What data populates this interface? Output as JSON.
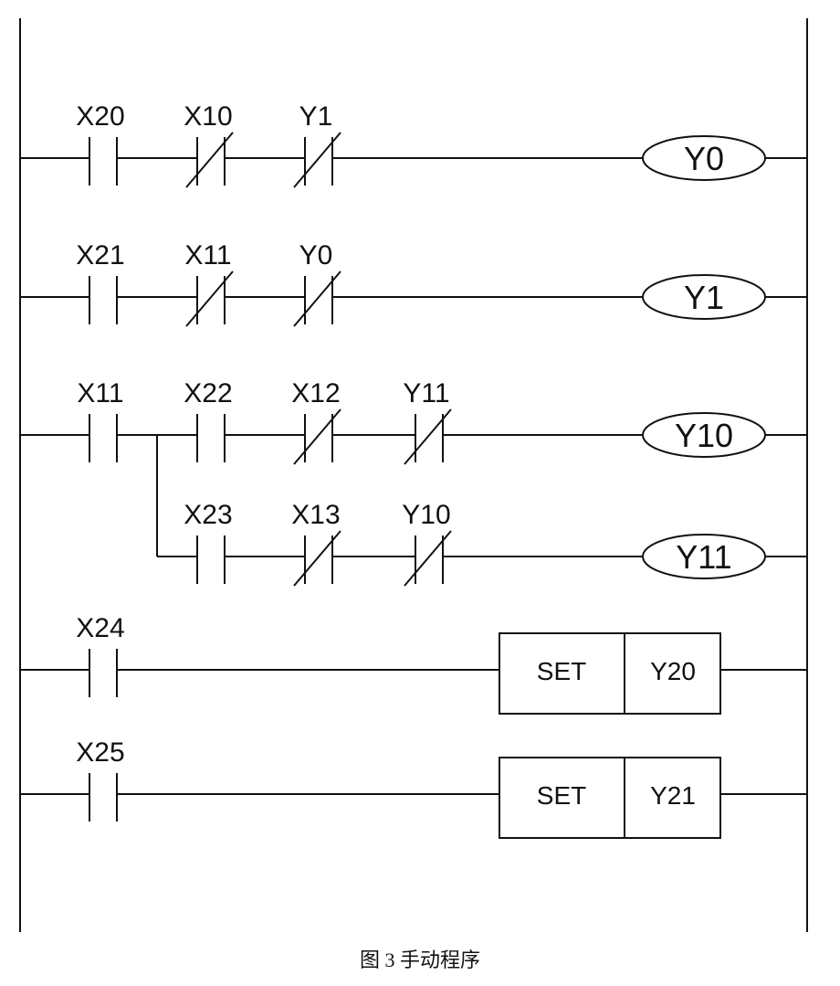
{
  "caption": "图 3 手动程序",
  "rungs": [
    {
      "contacts": [
        {
          "label": "X20",
          "type": "NO"
        },
        {
          "label": "X10",
          "type": "NC"
        },
        {
          "label": "Y1",
          "type": "NC"
        }
      ],
      "output": {
        "kind": "coil",
        "label": "Y0"
      }
    },
    {
      "contacts": [
        {
          "label": "X21",
          "type": "NO"
        },
        {
          "label": "X11",
          "type": "NC"
        },
        {
          "label": "Y0",
          "type": "NC"
        }
      ],
      "output": {
        "kind": "coil",
        "label": "Y1"
      }
    },
    {
      "contacts": [
        {
          "label": "X11",
          "type": "NO"
        },
        {
          "label": "X22",
          "type": "NO"
        },
        {
          "label": "X12",
          "type": "NC"
        },
        {
          "label": "Y11",
          "type": "NC"
        }
      ],
      "output": {
        "kind": "coil",
        "label": "Y10"
      }
    },
    {
      "contacts": [
        {
          "label": "X23",
          "type": "NO"
        },
        {
          "label": "X13",
          "type": "NC"
        },
        {
          "label": "Y10",
          "type": "NC"
        }
      ],
      "output": {
        "kind": "coil",
        "label": "Y11"
      }
    },
    {
      "contacts": [
        {
          "label": "X24",
          "type": "NO"
        }
      ],
      "output": {
        "kind": "instruction",
        "instruction": "SET",
        "label": "Y20"
      }
    },
    {
      "contacts": [
        {
          "label": "X25",
          "type": "NO"
        }
      ],
      "output": {
        "kind": "instruction",
        "instruction": "SET",
        "label": "Y21"
      }
    }
  ]
}
